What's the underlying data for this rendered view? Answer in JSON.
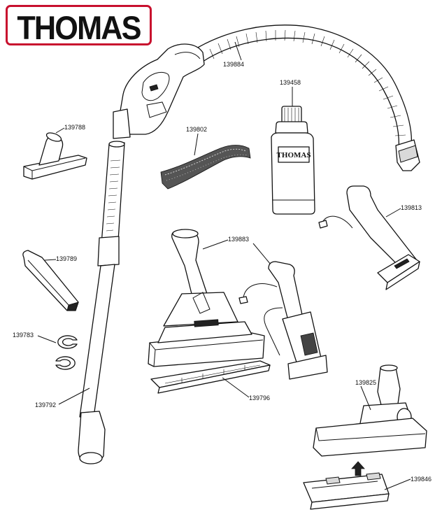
{
  "brand": {
    "logo_text": "THOMAS",
    "logo_color": "#c8102e"
  },
  "bottle_label": "THOMAS",
  "parts": [
    {
      "id": "hose",
      "number": "139884"
    },
    {
      "id": "cleaning-fluid",
      "number": "139458"
    },
    {
      "id": "upholstery-nozzle",
      "number": "139788"
    },
    {
      "id": "filter-strip",
      "number": "139802"
    },
    {
      "id": "spray-upholstery-nozzle",
      "number": "139813"
    },
    {
      "id": "carpet-spray-nozzle",
      "number": "139883"
    },
    {
      "id": "crevice-nozzle",
      "number": "139789"
    },
    {
      "id": "clips",
      "number": "139783"
    },
    {
      "id": "floor-adapter",
      "number": "139796"
    },
    {
      "id": "extension-tube",
      "number": "139792"
    },
    {
      "id": "floor-brush",
      "number": "139825"
    },
    {
      "id": "hard-floor-insert",
      "number": "139846"
    }
  ]
}
